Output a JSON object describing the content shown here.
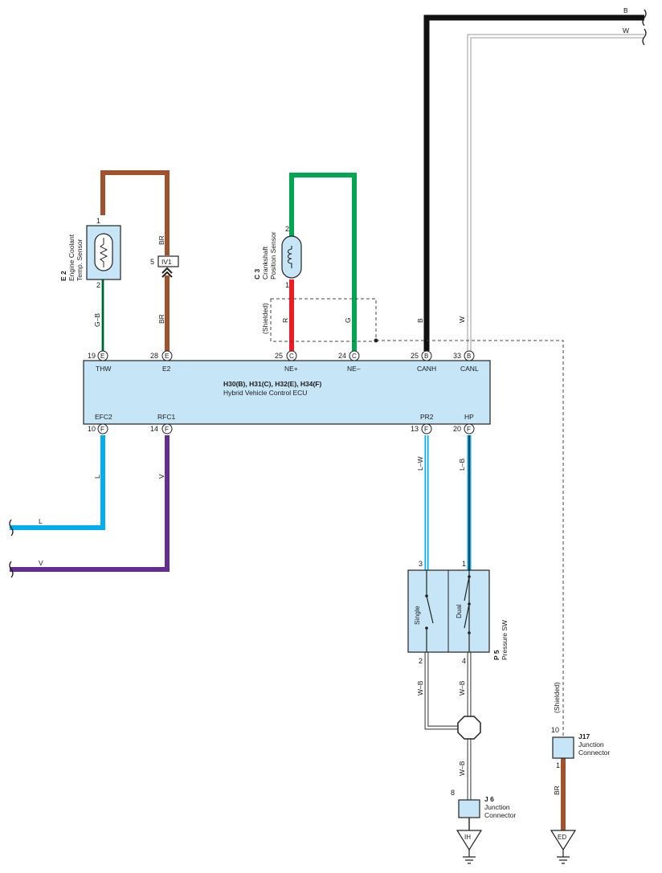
{
  "ecu": {
    "title": "H30(B), H31(C), H32(E), H34(F)",
    "subtitle": "Hybrid Vehicle Control ECU",
    "fill": "#c6e6f7",
    "top_terminals": [
      {
        "pin": "19",
        "conn": "E",
        "name": "THW"
      },
      {
        "pin": "28",
        "conn": "E",
        "name": "E2"
      },
      {
        "pin": "25",
        "conn": "C",
        "name": "NE+"
      },
      {
        "pin": "24",
        "conn": "C",
        "name": "NE–"
      },
      {
        "pin": "25",
        "conn": "B",
        "name": "CANH"
      },
      {
        "pin": "33",
        "conn": "B",
        "name": "CANL"
      }
    ],
    "bottom_terminals": [
      {
        "pin": "10",
        "conn": "F",
        "name": "EFC2"
      },
      {
        "pin": "14",
        "conn": "F",
        "name": "RFC1"
      },
      {
        "pin": "13",
        "conn": "F",
        "name": "PR2"
      },
      {
        "pin": "20",
        "conn": "F",
        "name": "HP"
      }
    ]
  },
  "coolant_sensor": {
    "code": "E 2",
    "line1": "Engine Coolant",
    "line2": "Temp. Sensor",
    "pin_top": "1",
    "pin_bottom": "2"
  },
  "crank_sensor": {
    "code": "C 3",
    "line1": "Crankshaft",
    "line2": "Position Sensor",
    "pin_top": "2",
    "pin_bottom": "1"
  },
  "inline_connector": {
    "label": "IV1",
    "pin": "5"
  },
  "shielded": {
    "label": "(Shielded)"
  },
  "pressure_sw": {
    "code": "P 5",
    "name": "Pressure SW",
    "left_label": "Single",
    "right_label": "Dual",
    "pin_1": "3",
    "pin_2": "1",
    "pin_3": "2",
    "pin_4": "4"
  },
  "j6": {
    "code": "J 6",
    "line1": "Junction",
    "line2": "Connector",
    "pin": "8",
    "ground": "IH"
  },
  "j17": {
    "code": "J17",
    "line1": "Junction",
    "line2": "Connector",
    "pin_top": "10",
    "pin_bottom": "1",
    "ground": "ED"
  },
  "wires": {
    "b_top": "B",
    "w_top": "W",
    "gb": "G–B",
    "br_upper": "BR",
    "br_lower": "BR",
    "r": "R",
    "g": "G",
    "b": "B",
    "w": "W",
    "l": "L",
    "v": "V",
    "l_far": "L",
    "v_far": "V",
    "lw": "L–W",
    "lb": "L–B",
    "wb1": "W–B",
    "wb2": "W–B",
    "wb3": "W–B",
    "br_j17": "BR"
  },
  "colors": {
    "brown": "#a0522d",
    "green": "#00a651",
    "red": "#ed1c24",
    "black": "#111111",
    "light_blue": "#00aeef",
    "violet": "#662d91",
    "white_wire": "#bdbdbd",
    "component_fill": "#c6e6f7"
  }
}
